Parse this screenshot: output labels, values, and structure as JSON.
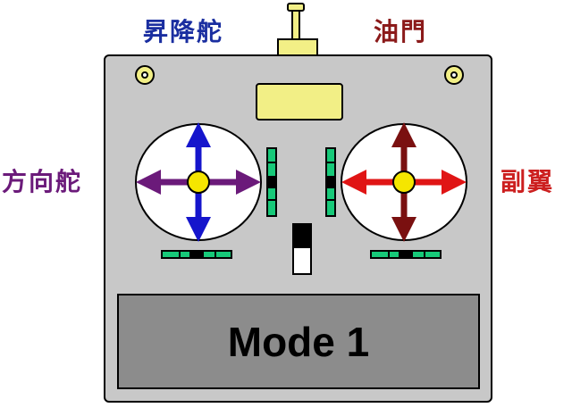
{
  "labels": {
    "elevator": "昇降舵",
    "throttle": "油門",
    "rudder": "方向舵",
    "aileron": "副翼"
  },
  "mode": "Mode 1",
  "colors": {
    "elevator": "#1a2ea0",
    "throttle": "#8b1a1a",
    "rudder": "#6b1a7a",
    "aileron": "#cc1f1f",
    "case": "#c8c8c8",
    "mode_panel": "#8c8c8c",
    "accent_yellow": "#f2ef86",
    "trim_green": "#17c979",
    "left_vertical_arrow": "#1515cc",
    "left_horizontal_arrow": "#6b1a7a",
    "right_vertical_arrow": "#7a1010",
    "right_horizontal_arrow": "#e01515",
    "stick_knob": "#f5e600"
  },
  "icons": {
    "left_stick": "four-way-arrow-icon",
    "right_stick": "four-way-arrow-icon"
  }
}
